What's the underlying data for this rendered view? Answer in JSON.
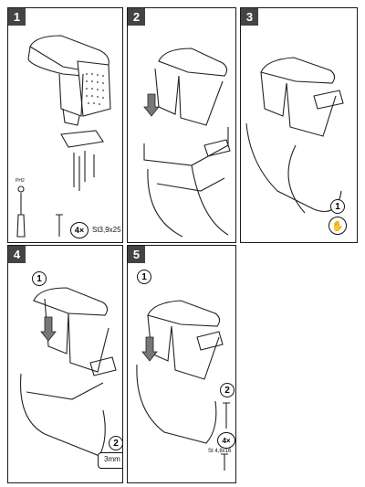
{
  "steps": [
    {
      "number": "1"
    },
    {
      "number": "2"
    },
    {
      "number": "3",
      "substep": "1"
    },
    {
      "number": "4",
      "substep_a": "1",
      "substep_b": "2",
      "tool_size": "3mm"
    },
    {
      "number": "5",
      "substep_a": "1",
      "substep_b": "2",
      "screw_qty": "4×",
      "screw_spec": "St 4,8x16"
    }
  ],
  "hardware": {
    "screw_qty": "4×",
    "screw_spec": "St3,9x25",
    "screwdriver_label": "PH2"
  },
  "colors": {
    "frame": "#1a1a1a",
    "badge": "#444444",
    "line": "#222222"
  }
}
